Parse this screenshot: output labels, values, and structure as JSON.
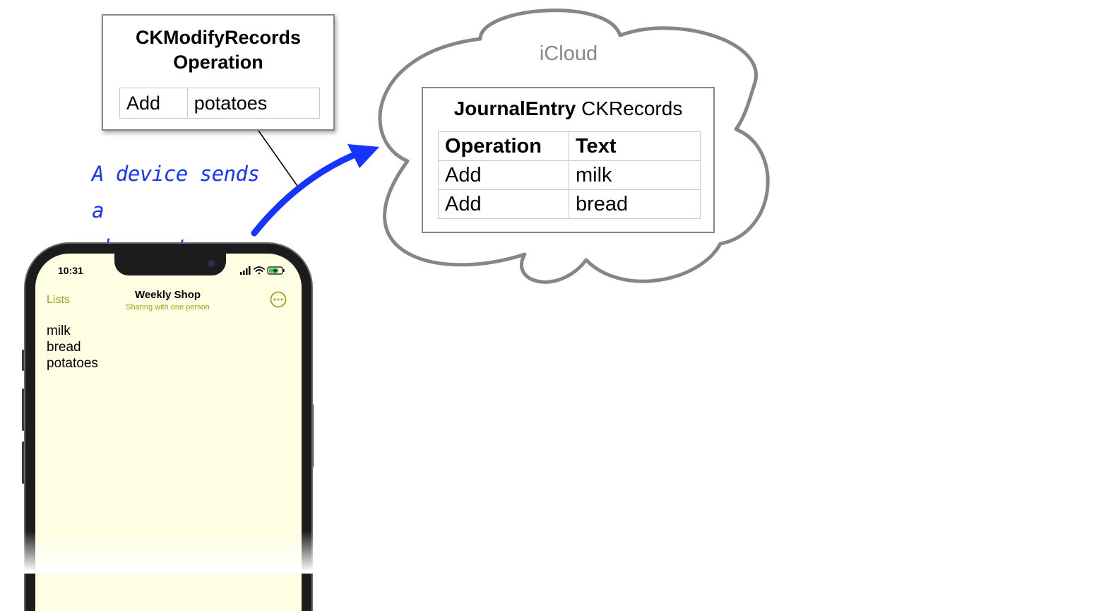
{
  "operation_box": {
    "title_line1": "CKModifyRecords",
    "title_line2": "Operation",
    "row": {
      "operation": "Add",
      "text": "potatoes"
    }
  },
  "annotation": {
    "line1": "A device sends a",
    "line2": "change to iCloud",
    "color": "#1534ff"
  },
  "cloud": {
    "label": "iCloud",
    "records": {
      "title_bold": "JournalEntry",
      "title_rest": " CKRecords",
      "headers": [
        "Operation",
        "Text"
      ],
      "rows": [
        {
          "operation": "Add",
          "text": "milk"
        },
        {
          "operation": "Add",
          "text": "bread"
        }
      ]
    }
  },
  "phone": {
    "status": {
      "time": "10:31",
      "icons": [
        "signal-icon",
        "wifi-icon",
        "battery-charging-icon"
      ]
    },
    "nav": {
      "back_label": "Lists",
      "title": "Weekly Shop",
      "subtitle": "Sharing with one person",
      "more_icon": "ellipsis-circle-icon",
      "accent": "#a29e2a"
    },
    "items": [
      "milk",
      "bread",
      "potatoes"
    ],
    "screen_color": "#fefee2"
  }
}
